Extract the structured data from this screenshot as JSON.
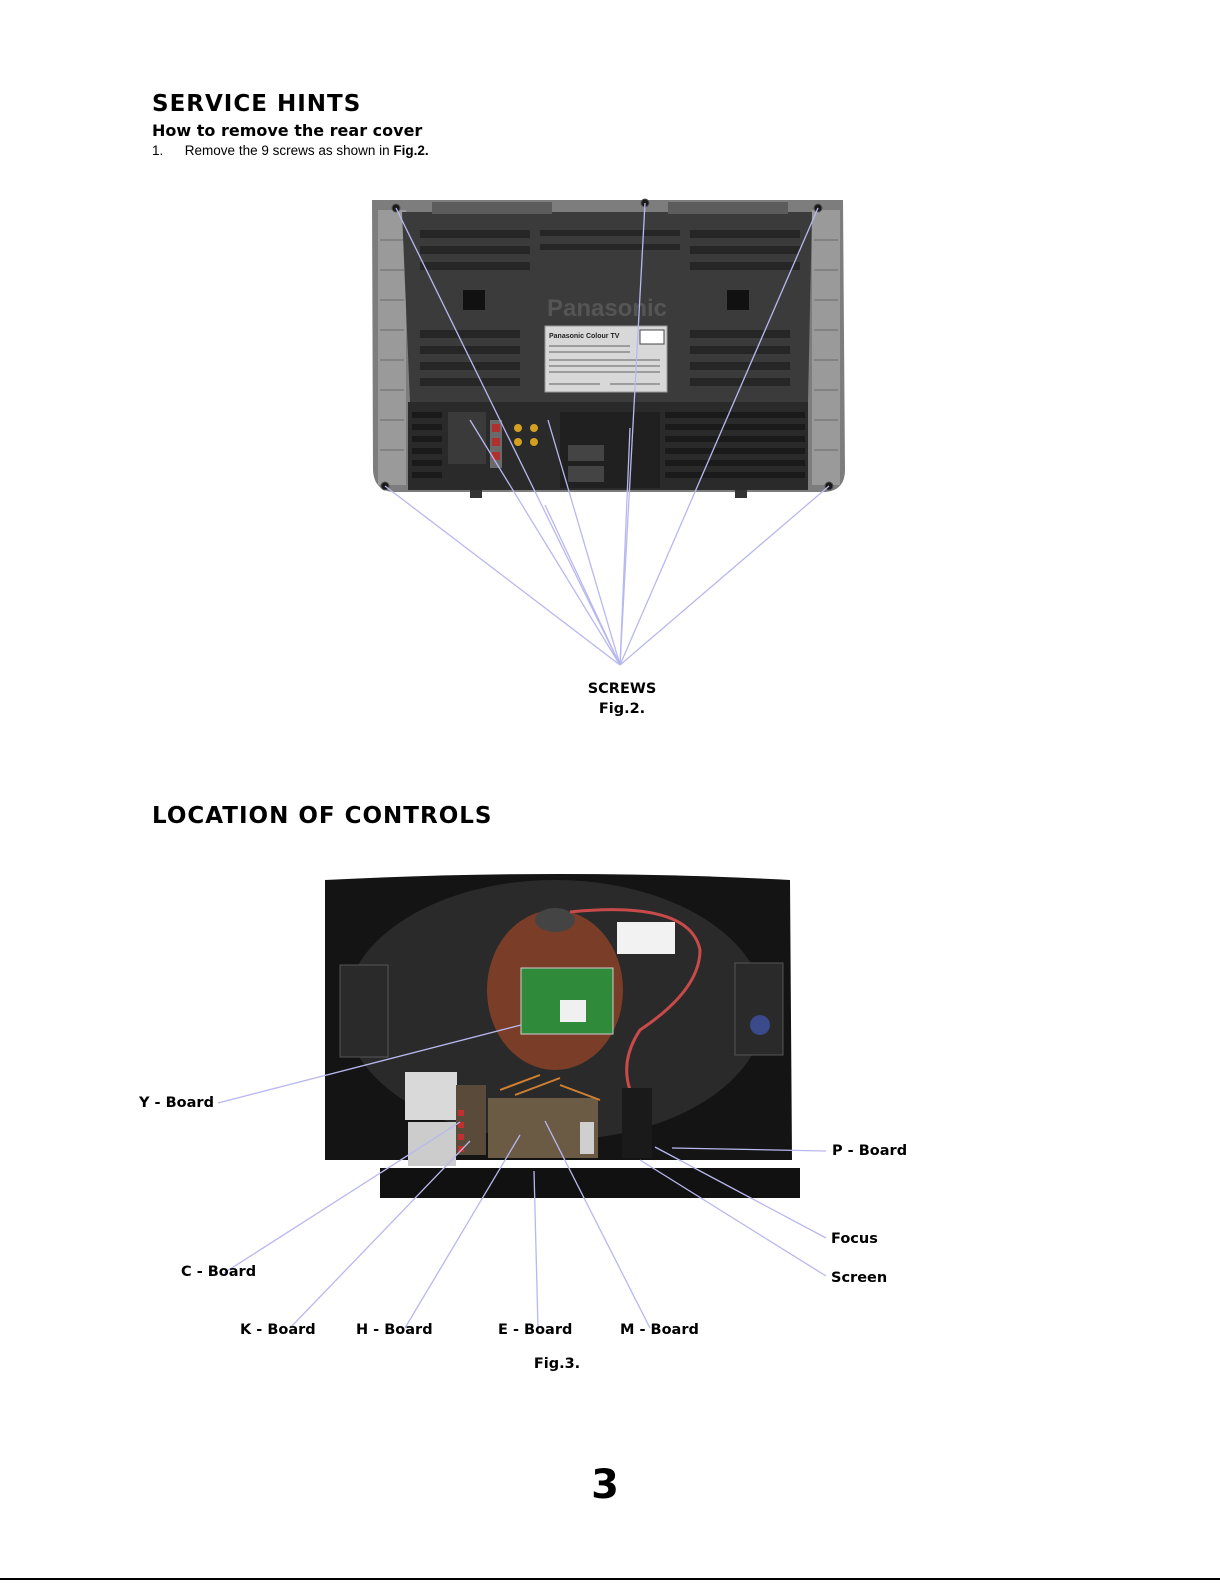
{
  "service_hints": {
    "heading": "SERVICE HINTS",
    "subheading": "How to remove the rear cover",
    "step_number": "1.",
    "step_text": "Remove the 9 screws as shown in ",
    "step_ref": "Fig.2."
  },
  "fig2": {
    "label": "SCREWS",
    "caption": "Fig.2.",
    "brand_text": "Panasonic",
    "plate_title": "Panasonic Colour TV"
  },
  "location": {
    "heading": "LOCATION OF CONTROLS"
  },
  "fig3": {
    "caption": "Fig.3.",
    "labels": {
      "y_board": "Y - Board",
      "p_board": "P - Board",
      "focus": "Focus",
      "screen": "Screen",
      "c_board": "C - Board",
      "k_board": "K - Board",
      "h_board": "H - Board",
      "e_board": "E - Board",
      "m_board": "M - Board"
    }
  },
  "page_number": "3",
  "colors": {
    "leader_line": "#b8b8f0",
    "tv_cabinet": "#4a4a4a",
    "chassis": "#141414",
    "pcb": "#2f8a3a",
    "tube": "#7a3e28"
  }
}
